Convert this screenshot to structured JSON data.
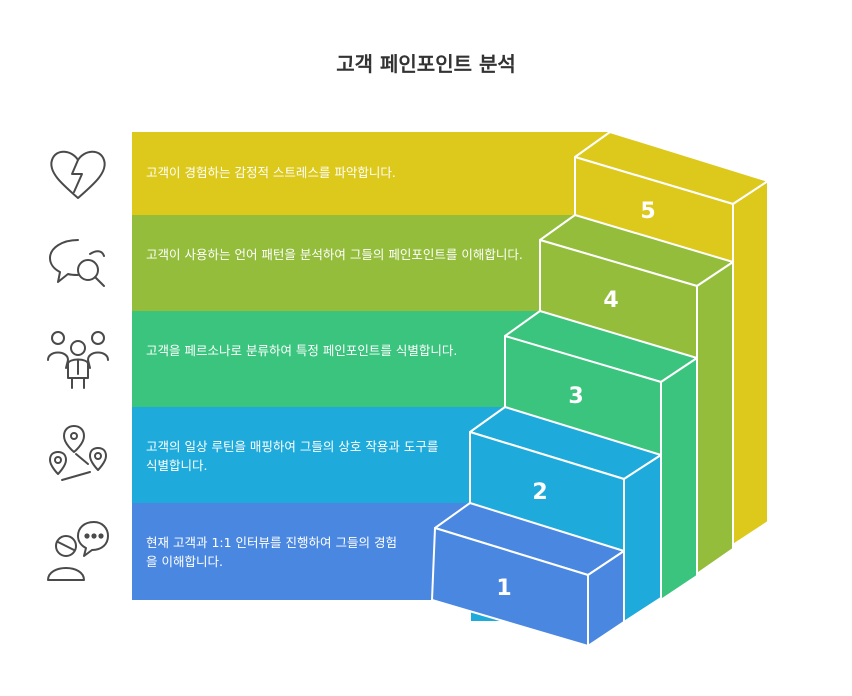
{
  "title": "고객 페인포인트 분석",
  "colors": {
    "step1": "#4a87e0",
    "step2": "#1eabdb",
    "step3": "#3bc47e",
    "step4": "#93bd3a",
    "step5": "#dcc91b",
    "icon": "#4a4a4a",
    "title": "#333333"
  },
  "steps": [
    {
      "number": "1",
      "text": "현재 고객과 1:1 인터뷰를 진행하여 그들의 경험을 이해합니다.",
      "icon": "interview-icon"
    },
    {
      "number": "2",
      "text": "고객의 일상 루틴을 매핑하여 그들의 상호 작용과 도구를 식별합니다.",
      "icon": "journey-map-icon"
    },
    {
      "number": "3",
      "text": "고객을 페르소나로 분류하여 특정 페인포인트를 식별합니다.",
      "icon": "persona-icon"
    },
    {
      "number": "4",
      "text": "고객이 사용하는 언어 패턴을 분석하여 그들의 페인포인트를 이해합니다.",
      "icon": "speech-search-icon"
    },
    {
      "number": "5",
      "text": "고객이 경험하는 감정적 스트레스를 파악합니다.",
      "icon": "broken-heart-icon"
    }
  ]
}
